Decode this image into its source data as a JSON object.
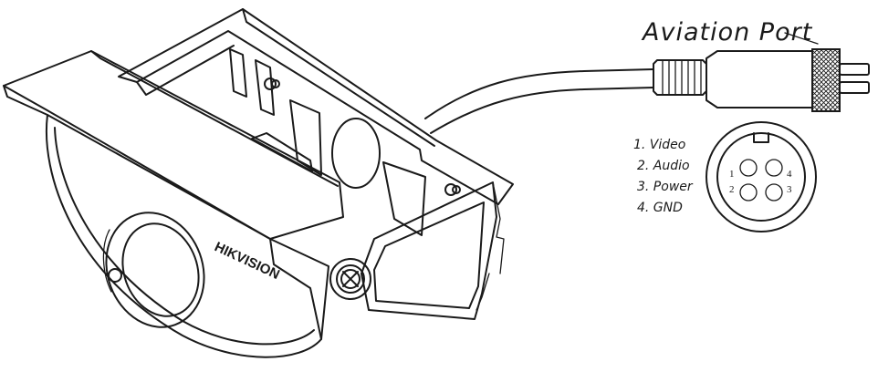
{
  "port": {
    "title": "Aviation Port"
  },
  "pins": [
    {
      "label": "1. Video",
      "number": "1"
    },
    {
      "label": "2. Audio",
      "number": "2"
    },
    {
      "label": "3. Power",
      "number": "3"
    },
    {
      "label": "4. GND",
      "number": "4"
    }
  ],
  "camera": {
    "brand": "HIKVISION"
  },
  "colors": {
    "ink": "#1a1a1a",
    "background": "#ffffff"
  }
}
